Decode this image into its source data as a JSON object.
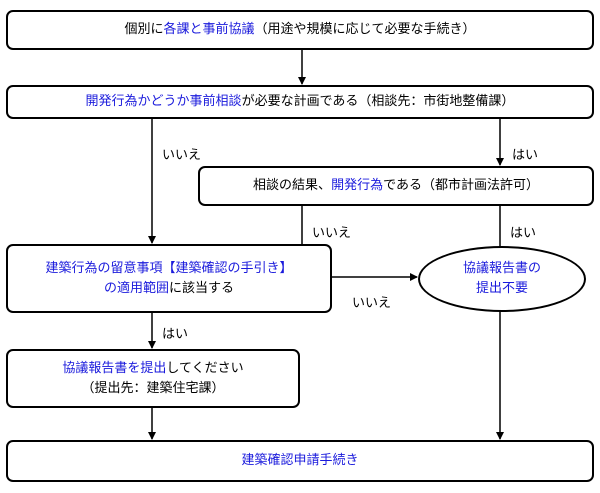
{
  "box1": {
    "pre": "個別に",
    "link": "各課と事前協議",
    "post": "（用途や規模に応じて必要な手続き）"
  },
  "box2": {
    "link": "開発行為かどうか事前相談",
    "post": "が必要な計画である（相談先：市街地整備課）"
  },
  "box3": {
    "pre": "相談の結果、",
    "link": "開発行為",
    "post": "である（都市計画法許可）"
  },
  "box4": {
    "line1_link": "建築行為の留意事項【建築確認の手引き】",
    "line2_link": "の適用範囲",
    "line2_post": "に該当する"
  },
  "ellipse": {
    "line1": "協議報告書の",
    "line2": "提出不要"
  },
  "box5": {
    "line1_link": "協議報告書を提出",
    "line1_post": "してください",
    "line2": "（提出先：建築住宅課）"
  },
  "box6": {
    "link": "建築確認申請手続き"
  },
  "labels": {
    "no_1": "いいえ",
    "yes_1": "はい",
    "no_2": "いいえ",
    "yes_2": "はい",
    "no_3": "いいえ",
    "yes_3": "はい"
  },
  "colors": {
    "link": "#1a1adc",
    "line": "#000000"
  }
}
